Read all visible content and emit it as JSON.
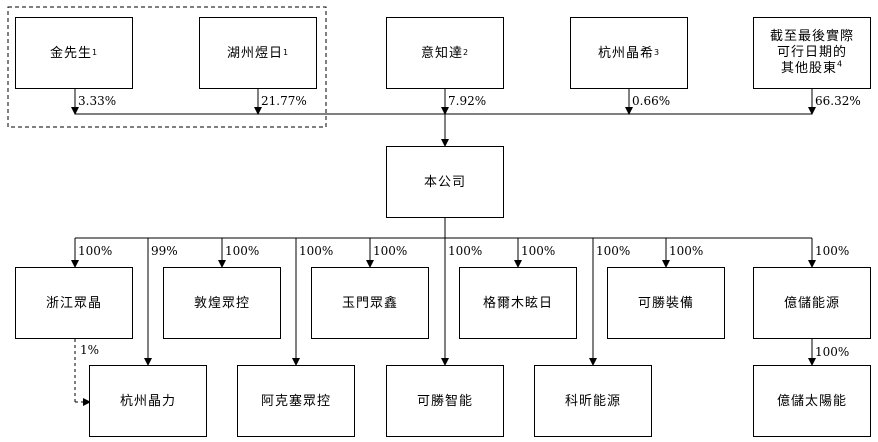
{
  "shareholders": {
    "jin": {
      "name": "金先生",
      "note": "1",
      "pct": "3.33%"
    },
    "huzhou": {
      "name": "湖州煜日",
      "note": "1",
      "pct": "21.77%"
    },
    "yizhida": {
      "name": "意知達",
      "note": "2",
      "pct": "7.92%"
    },
    "hangzhou_jingxi": {
      "name": "杭州晶希",
      "note": "3",
      "pct": "0.66%"
    },
    "others": {
      "line1": "截至最後實際",
      "line2": "可行日期的",
      "line3": "其他股東",
      "note": "4",
      "pct": "66.32%"
    }
  },
  "company": {
    "name": "本公司"
  },
  "subsidiaries": {
    "zhejiang": {
      "name": "浙江眾晶",
      "pct": "100%"
    },
    "dunhuang": {
      "name": "敦煌眾控",
      "pct": "100%"
    },
    "yumen": {
      "name": "玉門眾鑫",
      "pct": "100%"
    },
    "geermu": {
      "name": "格爾木眩日",
      "pct": "100%"
    },
    "kesheng_eq": {
      "name": "可勝裝備",
      "pct": "100%"
    },
    "yichu": {
      "name": "億儲能源",
      "pct": "100%"
    },
    "hangzhou_jingli": {
      "name": "杭州晶力",
      "pct": "99%",
      "pct_from_zhejiang": "1%"
    },
    "ake": {
      "name": "阿克塞眾控",
      "pct": "100%"
    },
    "kesheng_smart": {
      "name": "可勝智能",
      "pct": "100%"
    },
    "kexin": {
      "name": "科昕能源",
      "pct": "100%"
    },
    "yichu_solar": {
      "name": "億儲太陽能",
      "pct": "100%"
    }
  }
}
